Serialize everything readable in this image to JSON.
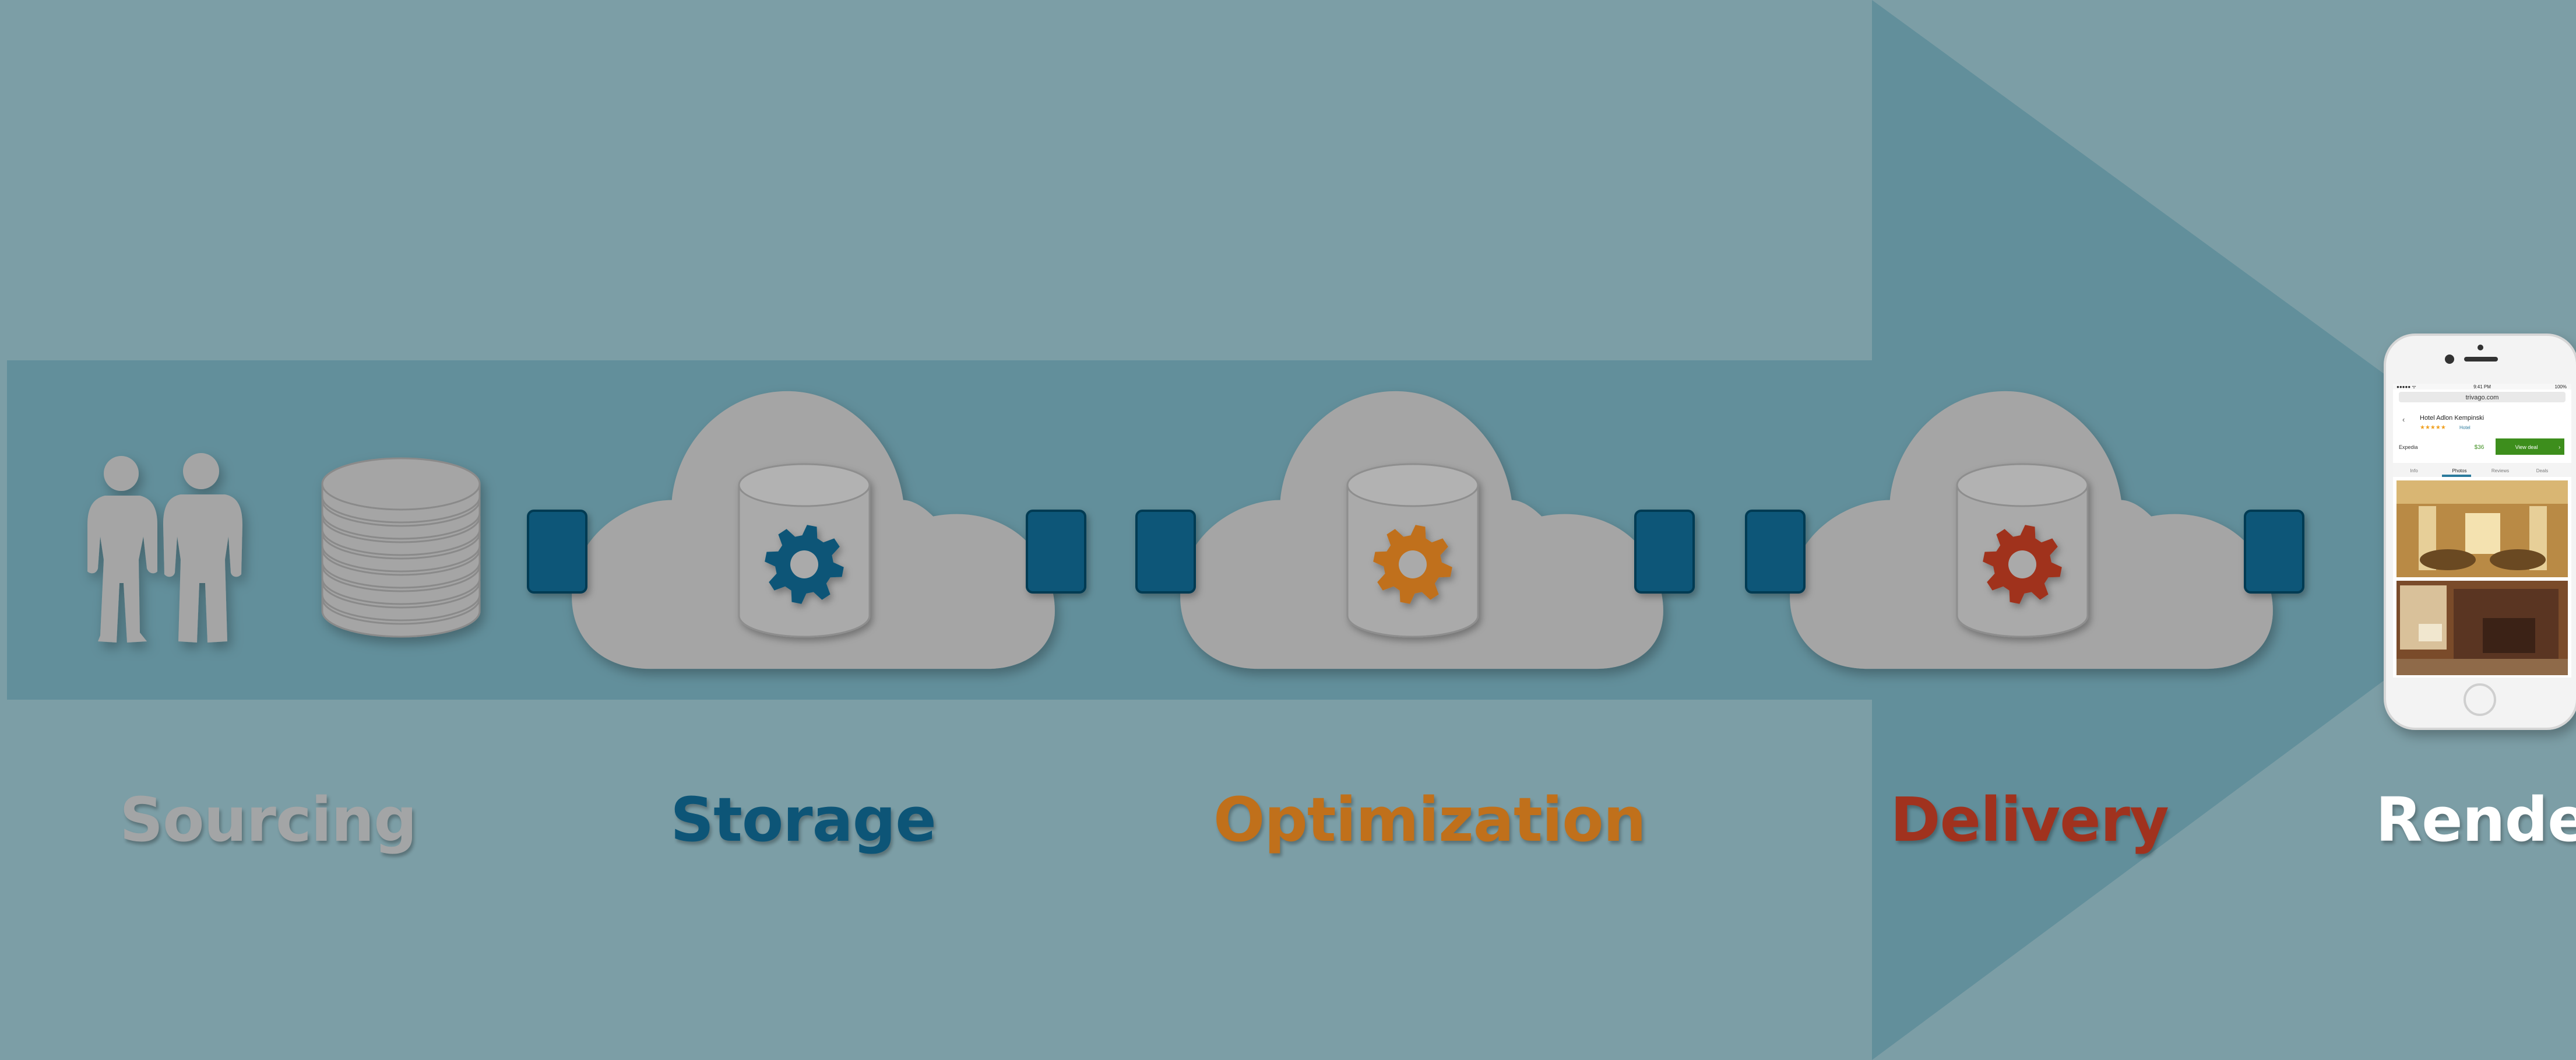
{
  "stages": [
    {
      "key": "sourcing",
      "label": "Sourcing",
      "color": "#a3a5a6"
    },
    {
      "key": "storage",
      "label": "Storage",
      "color": "#0d5577"
    },
    {
      "key": "optimization",
      "label": "Optimization",
      "color": "#c0701b"
    },
    {
      "key": "delivery",
      "label": "Delivery",
      "color": "#a0321e"
    },
    {
      "key": "render",
      "label": "Render",
      "color": "#ffffff"
    }
  ],
  "colors": {
    "background": "#7c9ea6",
    "arrow": "#628f9b",
    "cloud": "#a5a5a5",
    "connector": "#0a5678"
  },
  "phone": {
    "carrier": "●●●●● ᯤ",
    "time": "9:41 PM",
    "battery": "100%",
    "url": "trivago.com",
    "hotel_name": "Hotel Adlon Kempinski",
    "stars": "★★★★★",
    "rating_text": "Hotel",
    "deal_site": "Expedia",
    "price": "$36",
    "deal_button": "View deal",
    "tabs": [
      "Info",
      "Photos",
      "Reviews",
      "Deals"
    ],
    "active_tab": "Photos"
  }
}
